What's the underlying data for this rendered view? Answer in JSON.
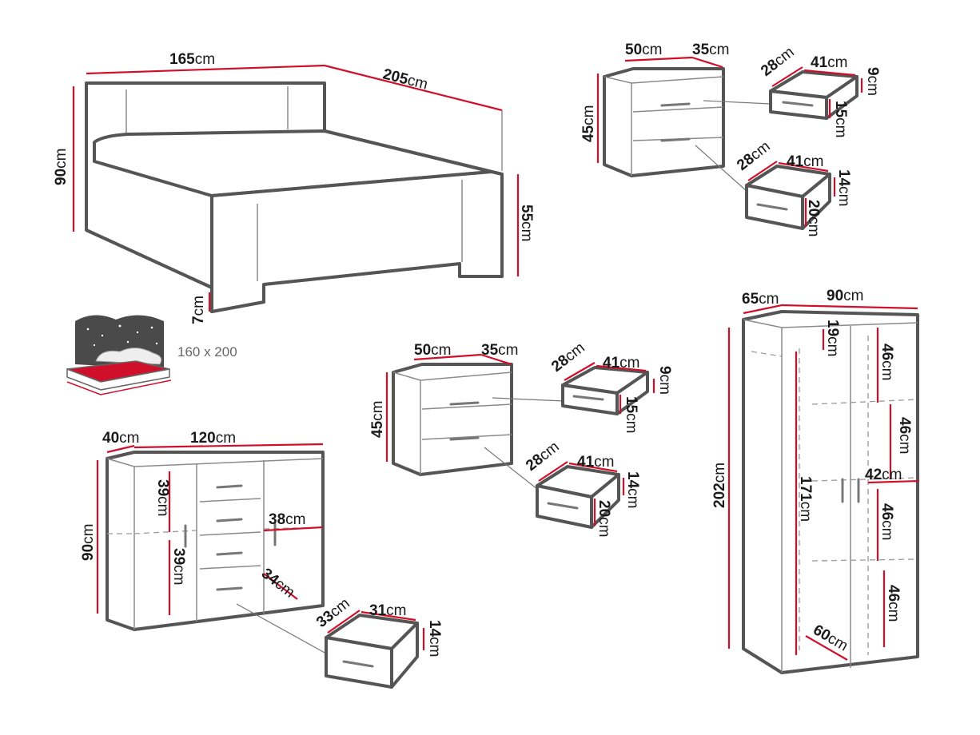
{
  "unit": "cm",
  "bed": {
    "width": "165",
    "length": "205",
    "height": "90",
    "foot_height": "55",
    "clearance": "7",
    "mattress_size": "160 x 200"
  },
  "nightstand_1": {
    "width": "50",
    "depth": "35",
    "height": "45",
    "drawer_top": {
      "depth": "28",
      "width": "41",
      "height": "9",
      "front": "15"
    },
    "drawer_bottom": {
      "depth": "28",
      "width": "41",
      "height": "14",
      "front": "20"
    }
  },
  "nightstand_2": {
    "width": "50",
    "depth": "35",
    "height": "45",
    "drawer_top": {
      "depth": "28",
      "width": "41",
      "height": "9",
      "front": "15"
    },
    "drawer_bottom": {
      "depth": "28",
      "width": "41",
      "height": "14",
      "front": "20"
    }
  },
  "dresser": {
    "depth": "40",
    "width": "120",
    "height": "90",
    "shelf_upper": "39",
    "shelf_lower": "39",
    "compartment_width": "38",
    "compartment_depth": "34",
    "drawer": {
      "depth": "33",
      "width": "31",
      "height": "14"
    }
  },
  "wardrobe": {
    "depth": "65",
    "width": "90",
    "height": "202",
    "top_gap": "19",
    "hanging_height": "171",
    "shelf_width": "42",
    "inner_depth": "60",
    "shelves": [
      "46",
      "46",
      "46",
      "46"
    ]
  }
}
